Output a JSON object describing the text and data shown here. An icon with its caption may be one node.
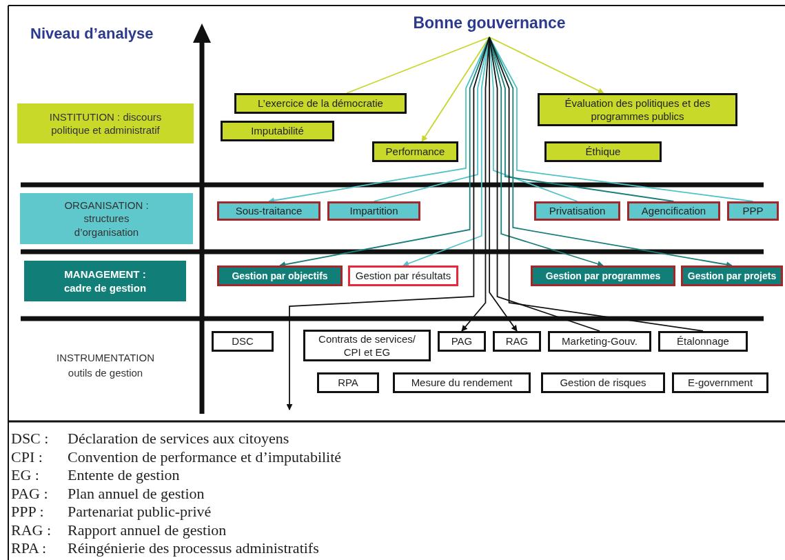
{
  "diagram": {
    "nodes": [
      {
        "text": [
          "Bonne gouvernance"
        ]
      },
      {
        "text": [
          "INSTITUTION : discours politique et administratif"
        ]
      },
      {
        "text": [
          "L’exercice de la démocratie"
        ]
      },
      {
        "text": [
          "Imputabilité"
        ]
      },
      {
        "text": [
          "Évaluation des politiques et des programmes publics"
        ]
      },
      {
        "text": [
          "Performance"
        ]
      },
      {
        "text": [
          "Éthique"
        ]
      },
      {
        "text": [
          "ORGANISATION : structures d’organisation"
        ]
      },
      {
        "text": [
          "Privatisation"
        ]
      },
      {
        "text": [
          "Impartition"
        ]
      },
      {
        "text": [
          "PPP"
        ]
      },
      {
        "text": [
          "Sous-traitance"
        ]
      },
      {
        "text": [
          "Agencification"
        ]
      },
      {
        "text": [
          "MANAGEMENT : cadre de gestion"
        ]
      },
      {
        "text": [
          "Gestion par résultats"
        ]
      },
      {
        "text": [
          "Gestion par projets"
        ]
      },
      {
        "text": [
          "Gestion par objectifs"
        ]
      },
      {
        "text": [
          "Gestion par programmes"
        ]
      },
      {
        "text": [
          "DSC"
        ]
      },
      {
        "text": [
          "Contrats de services/ CPI et EG"
        ]
      },
      {
        "text": [
          "Gestion de risques"
        ]
      },
      {
        "text": [
          "Mesure du rendement"
        ]
      },
      {
        "text": [
          "E-government"
        ]
      },
      {
        "text": [
          "Marketing-Gouv."
        ]
      },
      {
        "text": [
          "RPA"
        ]
      },
      {
        "text": [
          "PAG"
        ]
      },
      {
        "text": [
          "RAG"
        ]
      },
      {
        "text": [
          "Étalonnage"
        ]
      }
    ],
    "edges": [
      {
        "from": 0,
        "to": 2,
        "arrow": "none",
        "color": "#c8d62a"
      },
      {
        "from": 0,
        "to": 5,
        "arrow": "to",
        "color": "#c8d62a"
      },
      {
        "from": 0,
        "to": 4,
        "arrow": "to",
        "color": "#c8d62a"
      },
      {
        "from": 0,
        "to": 11,
        "arrow": "to",
        "color": "#4fc3c8"
      },
      {
        "from": 0,
        "to": 9,
        "arrow": "none",
        "color": "#4fc3c8"
      },
      {
        "from": 0,
        "to": 8,
        "arrow": "none",
        "color": "#4fc3c8"
      },
      {
        "from": 0,
        "to": 10,
        "arrow": "none",
        "color": "#4fc3c8"
      },
      {
        "from": 0,
        "to": 14,
        "arrow": "to",
        "color": "#4fc3c8"
      },
      {
        "from": 0,
        "to": 16,
        "arrow": "to",
        "color": "#1a7f7a"
      },
      {
        "from": 0,
        "to": 17,
        "arrow": "to",
        "color": "#1a7f7a"
      },
      {
        "from": 0,
        "to": 15,
        "arrow": "to",
        "color": "#1a7f7a"
      },
      {
        "from": 0,
        "to": 12,
        "arrow": "none",
        "color": "#1a7f7a"
      },
      {
        "from": 0,
        "to": null,
        "arrow": "to",
        "color": "#111111"
      },
      {
        "from": 0,
        "to": 25,
        "arrow": "to",
        "color": "#111111"
      },
      {
        "from": 0,
        "to": 26,
        "arrow": "to",
        "color": "#111111"
      },
      {
        "from": 0,
        "to": 23,
        "arrow": "none",
        "color": "#111111"
      },
      {
        "from": 0,
        "to": 27,
        "arrow": "none",
        "color": "#111111"
      }
    ],
    "labels": [
      "Niveau d’analyse",
      "INSTRUMENTATION outils de gestion",
      "DSC :",
      "Déclaration de services aux citoyens",
      "CPI :",
      "Convention de performance et d’imputabilité",
      "EG :",
      "Entente de gestion",
      "PAG :",
      "Plan annuel de gestion",
      "PPP :",
      "Partenariat public-privé",
      "RAG :",
      "Rapport annuel de gestion",
      "RPA :",
      "Réingénierie des processus administratifs"
    ]
  }
}
